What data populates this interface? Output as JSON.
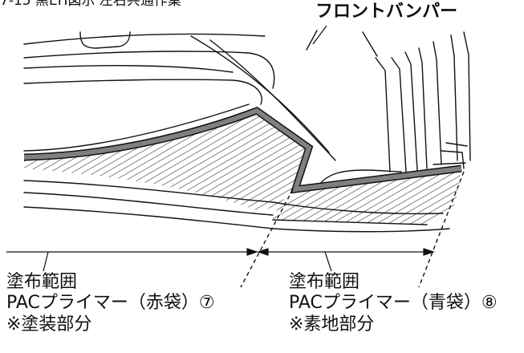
{
  "header": {
    "cut_text": "7-15 黒EH図示 左右共通作業"
  },
  "part_label": "フロントバンパー",
  "left_area": {
    "line1": "塗布範囲",
    "line2": "PACプライマー（赤袋）⑦",
    "line3": "※塗装部分"
  },
  "right_area": {
    "line1": "塗布範囲",
    "line2": "PACプライマー（青袋）⑧",
    "line3": "※素地部分"
  },
  "colors": {
    "ink": "#111111",
    "tape": "#808080"
  }
}
